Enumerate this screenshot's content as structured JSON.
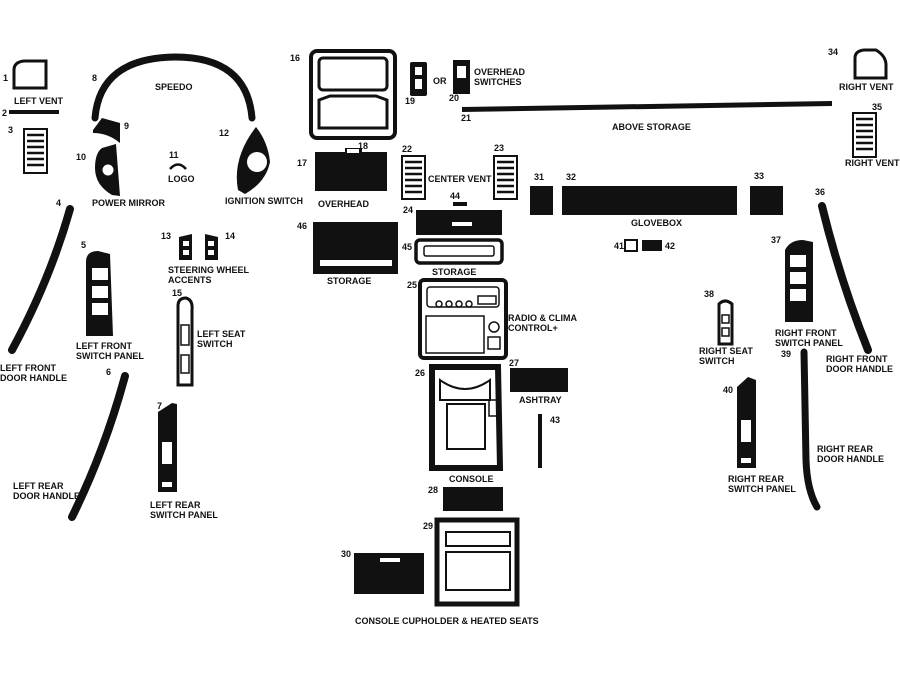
{
  "ink_color": "#111111",
  "background_color": "#ffffff",
  "numbers": [
    "1",
    "2",
    "3",
    "4",
    "5",
    "6",
    "7",
    "8",
    "9",
    "10",
    "11",
    "12",
    "13",
    "14",
    "15",
    "16",
    "17",
    "18",
    "19",
    "20",
    "21",
    "22",
    "23",
    "24",
    "25",
    "26",
    "27",
    "28",
    "29",
    "30",
    "31",
    "32",
    "33",
    "34",
    "35",
    "36",
    "37",
    "38",
    "39",
    "40",
    "41",
    "42",
    "43",
    "44",
    "45",
    "46"
  ],
  "labels": {
    "left_vent": "LEFT VENT",
    "speedo": "SPEEDO",
    "power_mirror": "POWER MIRROR",
    "logo": "LOGO",
    "ignition_switch": "IGNITION SWITCH",
    "left_front_door_handle": [
      "LEFT FRONT",
      "DOOR HANDLE"
    ],
    "left_front_switch_panel": [
      "LEFT FRONT",
      "SWITCH PANEL"
    ],
    "steering_wheel_accents": [
      "STEERING WHEEL",
      "ACCENTS"
    ],
    "left_seat_switch": [
      "LEFT SEAT",
      "SWITCH"
    ],
    "left_rear_door_handle": [
      "LEFT REAR",
      "DOOR HANDLE"
    ],
    "left_rear_switch_panel": [
      "LEFT REAR",
      "SWITCH PANEL"
    ],
    "or": "OR",
    "overhead_switches": [
      "OVERHEAD",
      "SWITCHES"
    ],
    "overhead": "OVERHEAD",
    "above_storage": "ABOVE STORAGE",
    "center_vent": "CENTER VENT",
    "storage_left": "STORAGE",
    "storage_center": "STORAGE",
    "radio_clima": [
      "RADIO & CLIMA",
      "CONTROL+"
    ],
    "ashtray": "ASHTRAY",
    "console": "CONSOLE",
    "console_cupholder": "CONSOLE CUPHOLDER & HEATED SEATS",
    "glovebox": "GLOVEBOX",
    "right_vent_top": "RIGHT VENT",
    "right_vent_bottom": "RIGHT VENT",
    "right_front_switch_panel": [
      "RIGHT FRONT",
      "SWITCH PANEL"
    ],
    "right_seat_switch": [
      "RIGHT SEAT",
      "SWITCH"
    ],
    "right_front_door_handle": [
      "RIGHT FRONT",
      "DOOR HANDLE"
    ],
    "right_rear_door_handle": [
      "RIGHT REAR",
      "DOOR HANDLE"
    ],
    "right_rear_switch_panel": [
      "RIGHT REAR",
      "SWITCH PANEL"
    ]
  }
}
